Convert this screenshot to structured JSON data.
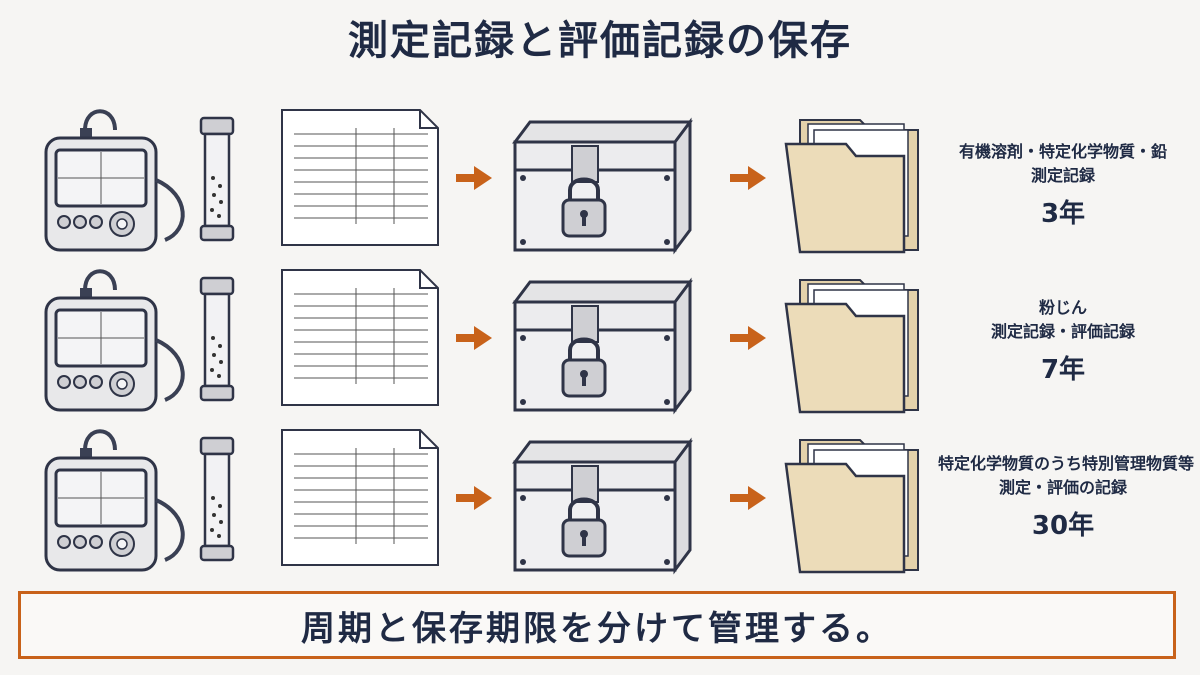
{
  "title": "測定記録と評価記録の保存",
  "rows": [
    {
      "line1": "有機溶剤・特定化学物質・鉛",
      "line2": "測定記録",
      "years": "3年"
    },
    {
      "line1": "粉じん",
      "line2": "測定記録・評価記録",
      "years": "7年"
    },
    {
      "line1": "特定化学物質のうち特別管理物質等",
      "line2": "測定・評価の記録",
      "years": "30年"
    }
  ],
  "footer": "周期と保存期限を分けて管理する。",
  "colors": {
    "ink": "#1f2a44",
    "arrow": "#c8621a",
    "folder": "#ecdcb9"
  },
  "icons": [
    "measuring-device-icon",
    "sample-tube-icon",
    "document-icon",
    "arrow-right-icon",
    "locked-box-icon",
    "folder-icon"
  ]
}
